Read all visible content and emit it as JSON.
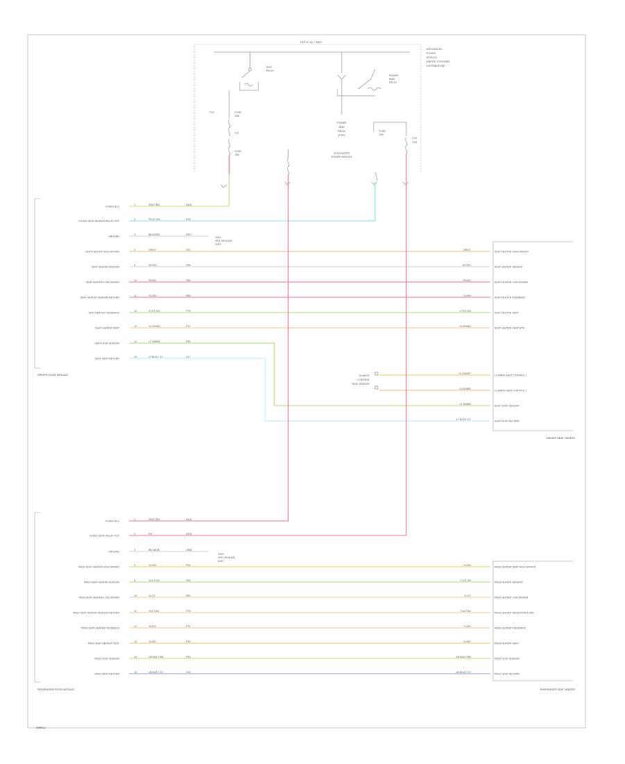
{
  "page": {
    "footer_code": "WW911"
  },
  "colors": {
    "red": "#ef6b86",
    "cyan": "#7fe6ee",
    "orange": "#f4b57a",
    "pink": "#f56c9c",
    "green": "#a6e06a",
    "lightorange": "#f5c98e",
    "yellowgreen": "#bfdc6f",
    "lightcyan": "#b6eef2",
    "blue": "#8e98e0",
    "gold": "#f1c35a",
    "grey": "#cfcfcf"
  },
  "top": {
    "title": "HOT AT ALL TIMES",
    "right_label": [
      "INTEGRATED",
      "POWER",
      "MODULE",
      "(REFER TO POWER",
      "DISTRIBUTION)"
    ],
    "relay1": [
      "SEAT",
      "RELAY"
    ],
    "fuse1": [
      "FUSE",
      "25A"
    ],
    "fuse2": [
      "FUSE",
      "20A"
    ],
    "fuse3": [
      "FUSE",
      "20A"
    ],
    "relay2": [
      "SEAT",
      "RELAY"
    ],
    "relay2_label": [
      "POWER",
      "SEAT",
      "RELAY"
    ],
    "box_label": [
      "POWER",
      "SEAT",
      "RELAY",
      "(PSR)"
    ],
    "ipm_label": [
      "INTEGRATED",
      "POWER MODULE"
    ],
    "pin_labels": [
      "F10",
      "F27",
      "F22",
      "F28"
    ]
  },
  "driver_module": {
    "title": "DRIVER DOOR MODULE",
    "rows": [
      {
        "name": "FUSED B(+)",
        "pin": "1",
        "wire": "RD/LT BU",
        "circuit": "A110"
      },
      {
        "name": "FUSED SEAT HEATER RELAY OUT",
        "pin": "2",
        "wire": "PK/LT GN",
        "circuit": "K75"
      },
      {
        "name": "GROUND",
        "pin": "3",
        "wire": "BK/LB BK",
        "circuit": "Z907"
      },
      {
        "name": "SEAT HEATER HIGH DRIVER",
        "pin": "9",
        "wire": "OR/VT",
        "circuit": "P32"
      },
      {
        "name": "SEAT HEATER SENSOR",
        "pin": "8",
        "wire": "WT/DG",
        "circuit": "P88"
      },
      {
        "name": "SEAT HEATER LOW DRIVER",
        "pin": "10",
        "wire": "PK/DG",
        "circuit": "P86"
      },
      {
        "name": "SEAT HEATER SENSOR RETURN",
        "pin": "11",
        "wire": "YL/GN",
        "circuit": "P86"
      },
      {
        "name": "SEAT HEATER FEEDBACK",
        "pin": "12",
        "wire": "VT/LT GN",
        "circuit": "P75"
      },
      {
        "name": "SEAT HEATER VENT",
        "pin": "13",
        "wire": "YL/GN/BN",
        "circuit": "P71"
      },
      {
        "name": "SEAT VENT SENSOR",
        "pin": "14",
        "wire": "LT GN/BN",
        "circuit": "P92"
      },
      {
        "name": "SEAT VENT RETURN",
        "pin": "15",
        "wire": "LT BU/LT GY",
        "circuit": "Z17"
      }
    ]
  },
  "driver_seat": {
    "title": "DRIVER SEAT HEATER",
    "rows": [
      {
        "name": "SEAT HEATER HIGH DRIVER",
        "wire": "OR/VT"
      },
      {
        "name": "SEAT HEATER SENSOR",
        "wire": "WT/DG"
      },
      {
        "name": "SEAT HEATER LOW DRIVER",
        "wire": "PK/DG"
      },
      {
        "name": "SEAT HEATER FEEDBACK",
        "wire": "YL/GN"
      },
      {
        "name": "SEAT HEATER VENT",
        "wire": "VT/LT GN"
      },
      {
        "name": "SEAT HEATER VENT RTN",
        "wire": "YL/GN/BN"
      },
      {
        "name": "CLIMATE SEAT CONTROL 1",
        "wire": "YL/GN/WT"
      },
      {
        "name": "CLIMATE SEAT CONTROL 2",
        "wire": "YL/GN/BN"
      },
      {
        "name": "SEAT VENT SENSOR",
        "wire": "LT GN/BN"
      },
      {
        "name": "SEAT VENT RETURN",
        "wire": "LT BU/LT GY"
      }
    ],
    "sensor_label": [
      "CLIMATE",
      "CONTROL",
      "SEAT SENSOR"
    ],
    "splice_label": [
      "S301",
      "SEE GROUND",
      "DIST."
    ]
  },
  "passenger_module": {
    "title": "PASSENGER DOOR MODULE",
    "rows": [
      {
        "name": "FUSED B(+)",
        "pin": "1",
        "wire": "RD/LT BU",
        "circuit": "A114"
      },
      {
        "name": "FUSED SEAT RELAY OUT",
        "pin": "2",
        "wire": "RD",
        "circuit": "K426"
      },
      {
        "name": "GROUND",
        "pin": "3",
        "wire": "BK/LB BK",
        "circuit": "Z908"
      },
      {
        "name": "PASS SEAT HEATER HIGH DRIVER",
        "pin": "9",
        "wire": "YL/GN",
        "circuit": "P50"
      },
      {
        "name": "PASS SEAT HEATER SENSOR",
        "pin": "8",
        "wire": "YL/LT GN",
        "circuit": "P83"
      },
      {
        "name": "PASS SEAT HEATER LOW DRIVER",
        "pin": "10",
        "wire": "YL/VT",
        "circuit": "P82"
      },
      {
        "name": "PASS SEAT HEATER SENSOR RETURN",
        "pin": "11",
        "wire": "YL/LT BU",
        "circuit": "P76"
      },
      {
        "name": "PASS SEAT HEATER FEEDBACK",
        "pin": "12",
        "wire": "YL/DG",
        "circuit": "P74"
      },
      {
        "name": "PASS SEAT HEATER VENT",
        "pin": "13",
        "wire": "YL/WT",
        "circuit": "P70"
      },
      {
        "name": "PASS VENT SENSOR",
        "pin": "14",
        "wire": "LB BU/LT BN",
        "circuit": "P93"
      },
      {
        "name": "PASS VENT RETURN",
        "pin": "15",
        "wire": "LB BU/LT GY",
        "circuit": "Z18"
      }
    ],
    "splice_label": [
      "S302",
      "SEE GROUND",
      "DIST."
    ]
  },
  "passenger_seat": {
    "title": "PASSENGER SEAT HEATER",
    "rows": [
      {
        "name": "PASS HEATER SEAT HIGH DRIVER",
        "wire": "YL/GN"
      },
      {
        "name": "PASS HEATER SENSOR",
        "wire": "YL/LT GN"
      },
      {
        "name": "PASS HEATER LOW DRIVER",
        "wire": "YL/VT"
      },
      {
        "name": "PASS HEATER SENSOR RETURN",
        "wire": "YL/LT BU"
      },
      {
        "name": "PASS HEATER FEEDBACK",
        "wire": "YL/DG"
      },
      {
        "name": "PASS HEATER VENT",
        "wire": "YL/WT"
      },
      {
        "name": "PASS VENT SENSOR",
        "wire": "LB BU/LT BN"
      },
      {
        "name": "PASS VENT RETURN",
        "wire": "LB BU/LT GY"
      }
    ]
  }
}
